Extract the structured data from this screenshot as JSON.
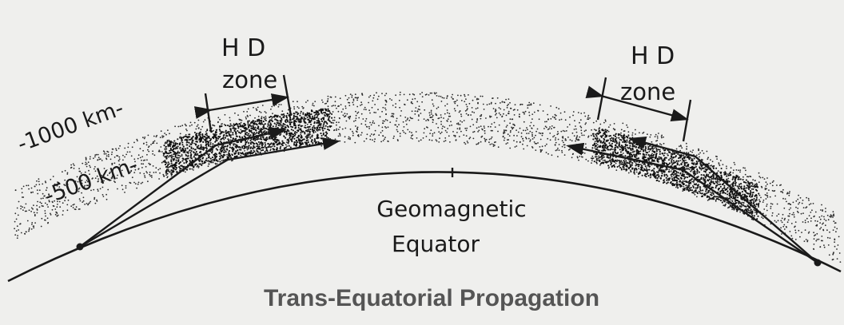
{
  "labels": {
    "hd_left": "H D",
    "zone_left": "zone",
    "hd_right": "H D",
    "zone_right": "zone",
    "alt_1000": "-1000 km-",
    "alt_500": "-500 km-",
    "equator_line1": "Geomagnetic",
    "equator_line2": "Equator",
    "caption": "Trans-Equatorial Propagation"
  },
  "colors": {
    "background": "#efefed",
    "ink": "#1a1a1a",
    "caption": "#555555"
  }
}
